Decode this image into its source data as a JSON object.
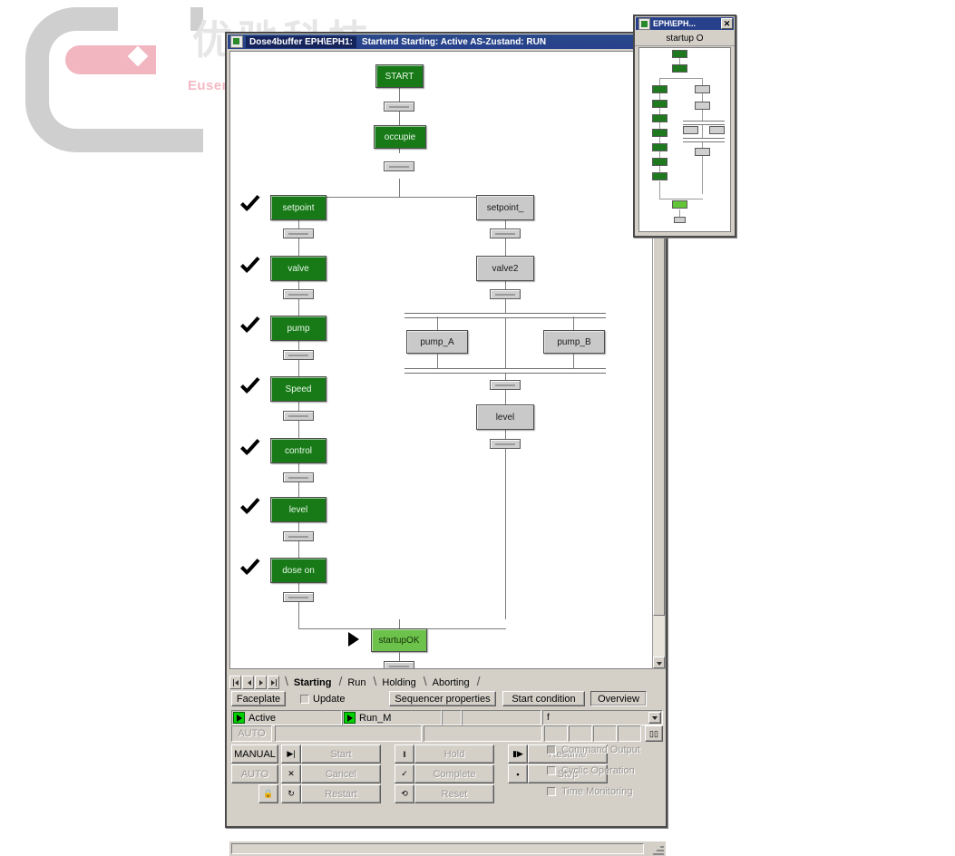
{
  "watermark": {
    "cjk": "优驰科技",
    "company": "Eusens Technolgy Co.,Ltd"
  },
  "window": {
    "title_left": "Dose4buffer EPH\\EPH1:",
    "title_right": "Startend Starting: Active    AS-Zustand: RUN"
  },
  "overview_window": {
    "title": "EPH\\EPH...",
    "close_label": "✕",
    "label": "startup O"
  },
  "chart": {
    "nodes": [
      {
        "id": "start",
        "label": "START",
        "state": "green"
      },
      {
        "id": "occupie",
        "label": "occupie",
        "state": "green"
      },
      {
        "id": "setpoint",
        "label": "setpoint",
        "state": "green"
      },
      {
        "id": "valve",
        "label": "valve",
        "state": "green"
      },
      {
        "id": "pump",
        "label": "pump",
        "state": "green"
      },
      {
        "id": "speed",
        "label": "Speed",
        "state": "green"
      },
      {
        "id": "control",
        "label": "control",
        "state": "green"
      },
      {
        "id": "level",
        "label": "level",
        "state": "green"
      },
      {
        "id": "dose-on",
        "label": "dose on",
        "state": "green"
      },
      {
        "id": "setpoint2",
        "label": "setpoint_",
        "state": "grey"
      },
      {
        "id": "valve2",
        "label": "valve2",
        "state": "grey"
      },
      {
        "id": "pump-a",
        "label": "pump_A",
        "state": "grey"
      },
      {
        "id": "pump-b",
        "label": "pump_B",
        "state": "grey"
      },
      {
        "id": "level2",
        "label": "level",
        "state": "grey"
      },
      {
        "id": "startup-ok",
        "label": "startupOK",
        "state": "lgreen"
      }
    ],
    "colors": {
      "active_green": "#177a17",
      "current_green": "#6cc24a",
      "inactive_grey": "#c9c9c9"
    }
  },
  "tabs": {
    "nav_buttons": [
      "first",
      "prev",
      "next",
      "last"
    ],
    "items": [
      {
        "label": "Starting",
        "active": true
      },
      {
        "label": "Run",
        "active": false
      },
      {
        "label": "Holding",
        "active": false
      },
      {
        "label": "Aborting",
        "active": false
      }
    ]
  },
  "toolbar": {
    "faceplate": "Faceplate",
    "update": "Update",
    "sequencer_properties": "Sequencer properties",
    "start_condition": "Start condition",
    "overview": "Overview"
  },
  "status": {
    "active": "Active",
    "run_mode": "Run_M",
    "auto": "AUTO",
    "combo_value": "f"
  },
  "commands": {
    "mode_manual": "MANUAL",
    "mode_auto": "AUTO",
    "rows": [
      {
        "left": "Start",
        "mid": "Hold",
        "right": "Resume"
      },
      {
        "left": "Cancel",
        "mid": "Complete",
        "right": "Stop"
      },
      {
        "left": "Restart",
        "mid": "Reset",
        "right": ""
      }
    ]
  },
  "options": [
    {
      "label": "Command Output",
      "checked": true
    },
    {
      "label": "Cyclic Operation",
      "checked": false
    },
    {
      "label": "Time Monitoring",
      "checked": false
    }
  ]
}
